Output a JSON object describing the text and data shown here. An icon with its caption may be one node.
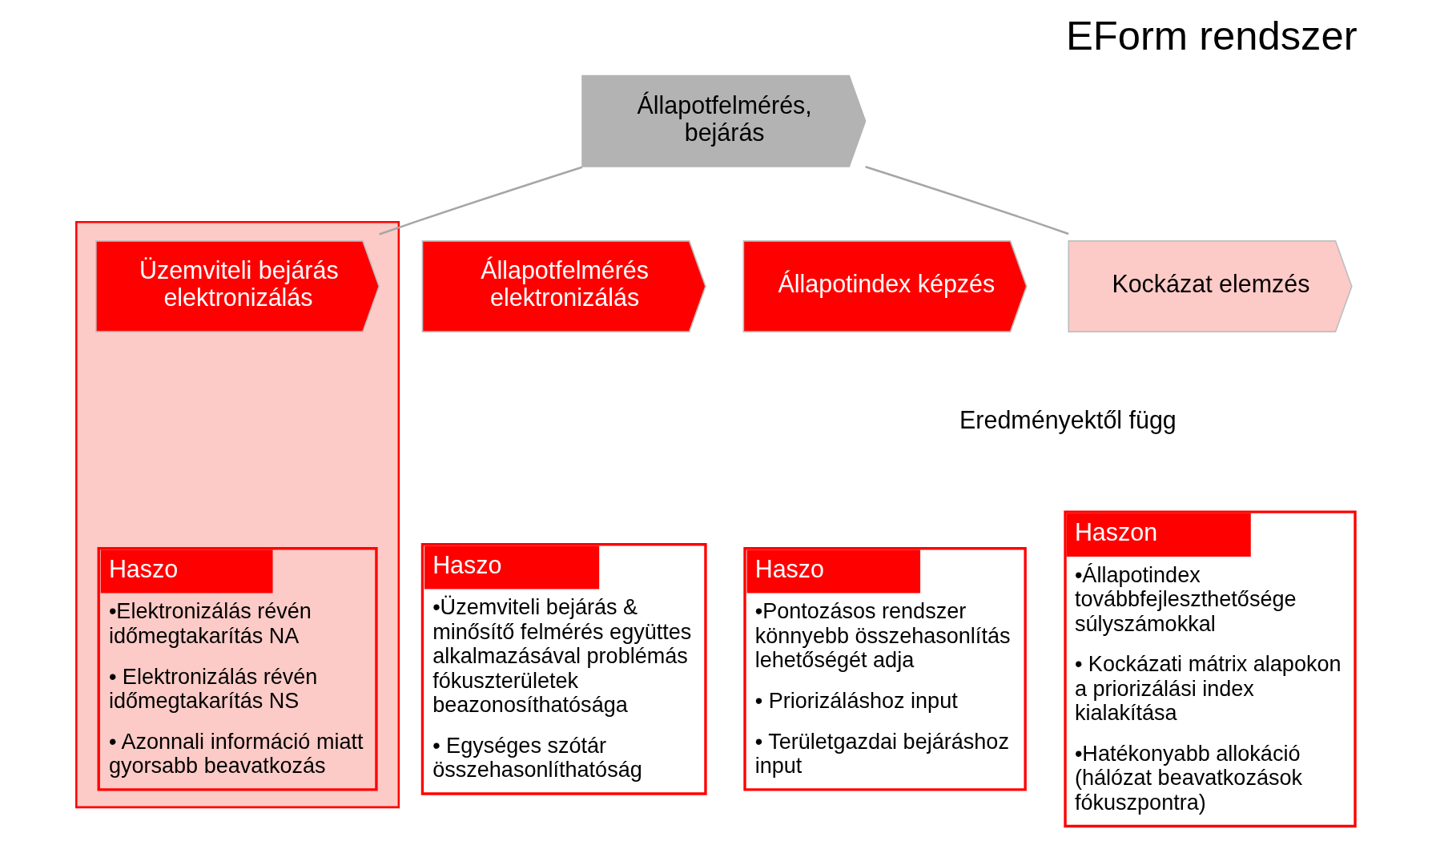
{
  "diagram": {
    "title": "EForm rendszer",
    "nodes": [
      {
        "text": [
          "Állapotfelmérés, bejárás"
        ]
      },
      {
        "text": [],
        "shape": "box"
      },
      {
        "text": [
          "Üzemviteli bejárás elektronizálás"
        ],
        "in": 1
      },
      {
        "text": [
          "Állapotfelmérés elektronizálás"
        ]
      },
      {
        "text": [
          "Állapotindex képzés"
        ]
      },
      {
        "text": [
          "Kockázat elemzés"
        ],
        "beside": [
          "Eredményektől függ"
        ]
      },
      {
        "text": [
          "Haszo",
          "•Elektronizálás révén időmegtakarítás NA",
          "• Elektronizálás révén időmegtakarítás NS",
          "• Azonnali információ miatt gyorsabb beavatkozás"
        ],
        "in": 1
      },
      {
        "text": [
          "Haszo",
          "•Üzemviteli bejárás & minősítő felmérés együttes alkalmazásával problémás fókuszterületek beazonosíthatósága",
          "• Egységes szótár összehasonlíthatóság"
        ]
      },
      {
        "text": [
          "Haszo",
          "•Pontozásos rendszer könnyebb összehasonlítás lehetőségét adja",
          "• Priorizáláshoz input",
          "• Területgazdai bejáráshoz input"
        ]
      },
      {
        "text": [
          "Haszon",
          "•Állapotindex továbbfejleszthetősége súlyszámokkal",
          "• Kockázati mátrix alapokon a priorizálási index kialakítása",
          "•Hatékonyabb allokáció (hálózat beavatkozások fókuszpontra)"
        ]
      }
    ],
    "edges": [
      {
        "from": 0,
        "to": 2,
        "arrow": "none"
      },
      {
        "from": 0,
        "to": 5,
        "arrow": "none"
      }
    ]
  }
}
